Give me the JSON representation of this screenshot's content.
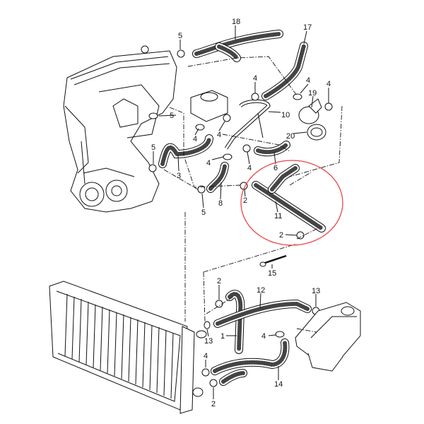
{
  "diagram": {
    "title": "Cooling system hoses exploded parts diagram",
    "highlight_color": "#e8474b",
    "line_color": "#111111",
    "callouts": [
      "18",
      "17",
      "5",
      "4",
      "4",
      "19",
      "4",
      "10",
      "5",
      "4",
      "4",
      "20",
      "5",
      "3",
      "4",
      "4",
      "6",
      "2",
      "5",
      "8",
      "11",
      "2",
      "15",
      "2",
      "12",
      "13",
      "1",
      "4",
      "13",
      "4",
      "14",
      "2"
    ],
    "highlighted_part": "11"
  }
}
